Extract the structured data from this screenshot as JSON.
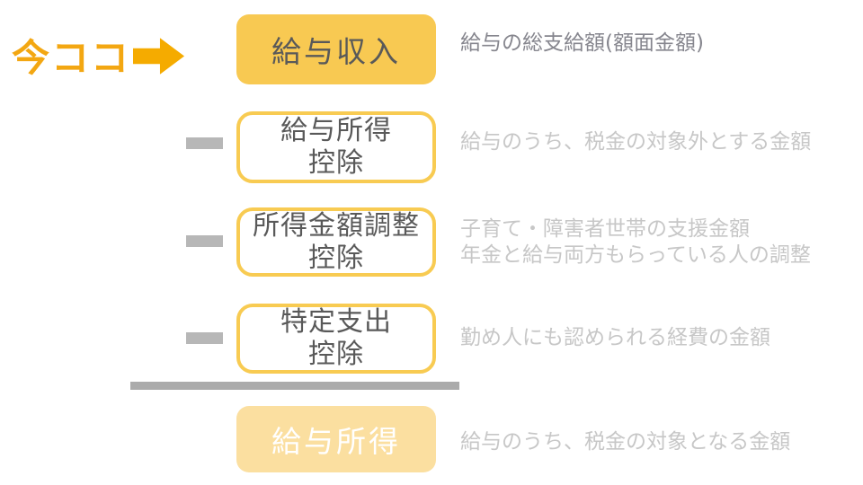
{
  "marker": {
    "label": "今ココ"
  },
  "icons": {
    "arrow_right_icon": "➡",
    "minus_icon": "−"
  },
  "flow": {
    "income": {
      "box_label": "給与収入",
      "desc": "給与の総支給額(額面金額)"
    },
    "salary_deduction": {
      "box_line1": "給与所得",
      "box_line2": "控除",
      "desc": "給与のうち、税金の対象外とする金額"
    },
    "income_adjustment_deduction": {
      "box_line1": "所得金額調整",
      "box_line2": "控除",
      "desc_line1": "子育て・障害者世帯の支援金額",
      "desc_line2": "年金と給与両方もらっている人の調整"
    },
    "specified_expense_deduction": {
      "box_line1": "特定支出",
      "box_line2": "控除",
      "desc": "勤め人にも認められる経費の金額"
    },
    "result": {
      "box_label": "給与所得",
      "desc": "給与のうち、税金の対象となる金額"
    }
  },
  "colors": {
    "accent_text": "#F3A712",
    "accent_arrow": "#F5AB00",
    "box_fill": "#F8C952",
    "box_border": "#F8CB52",
    "box_faded": "#FBDFA0",
    "box_text": "#595959",
    "desc_primary": "#86868E",
    "desc_muted": "#C7C7C7",
    "minus_gray": "#B7B7B7",
    "divider_gray": "#ABABAB"
  }
}
